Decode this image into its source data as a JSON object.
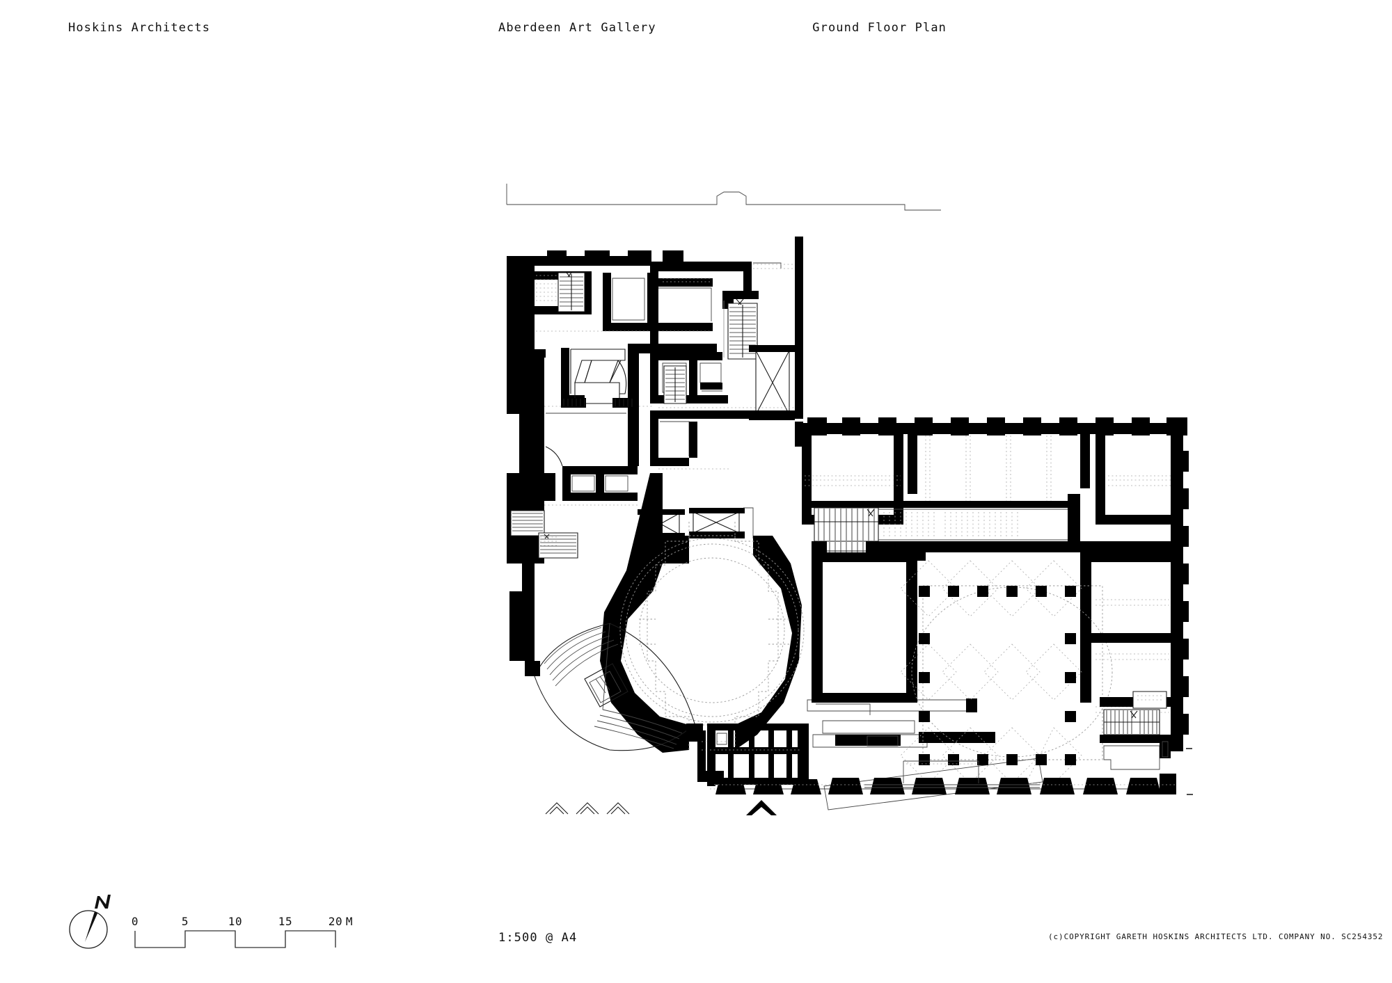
{
  "sheet": {
    "practice_name": "Hoskins Architects",
    "project_title": "Aberdeen Art Gallery",
    "drawing_title": "Ground Floor Plan",
    "scale_note": "1:500 @ A4",
    "copyright": "(c)COPYRIGHT GARETH HOSKINS ARCHITECTS LTD. COMPANY NO. SC254352",
    "background_color": "#ffffff",
    "ink_color": "#111111"
  },
  "north_arrow": {
    "label": "N",
    "icon": "north-arrow-icon"
  },
  "scale_bar": {
    "unit_label": "M",
    "ticks": [
      "0",
      "5",
      "10",
      "15",
      "20"
    ],
    "tick_values": [
      0,
      5,
      10,
      15,
      20
    ],
    "segment_length_m": 5,
    "total_length_m": 20
  },
  "plan": {
    "name": "ground-floor-plan",
    "scale": "1:500",
    "sheet_size": "A4",
    "orientation": "north-up",
    "entrance_markers": {
      "existing_count": 3,
      "new_count": 1,
      "existing_style": "outline-chevron",
      "new_style": "solid-chevron"
    },
    "features": [
      "octagonal-rotunda",
      "sculpture-court",
      "lens-entrance-pavilion",
      "grand-stair",
      "toilet-block",
      "reception-desk",
      "lift-shafts",
      "proposed-extension-dashed"
    ]
  }
}
